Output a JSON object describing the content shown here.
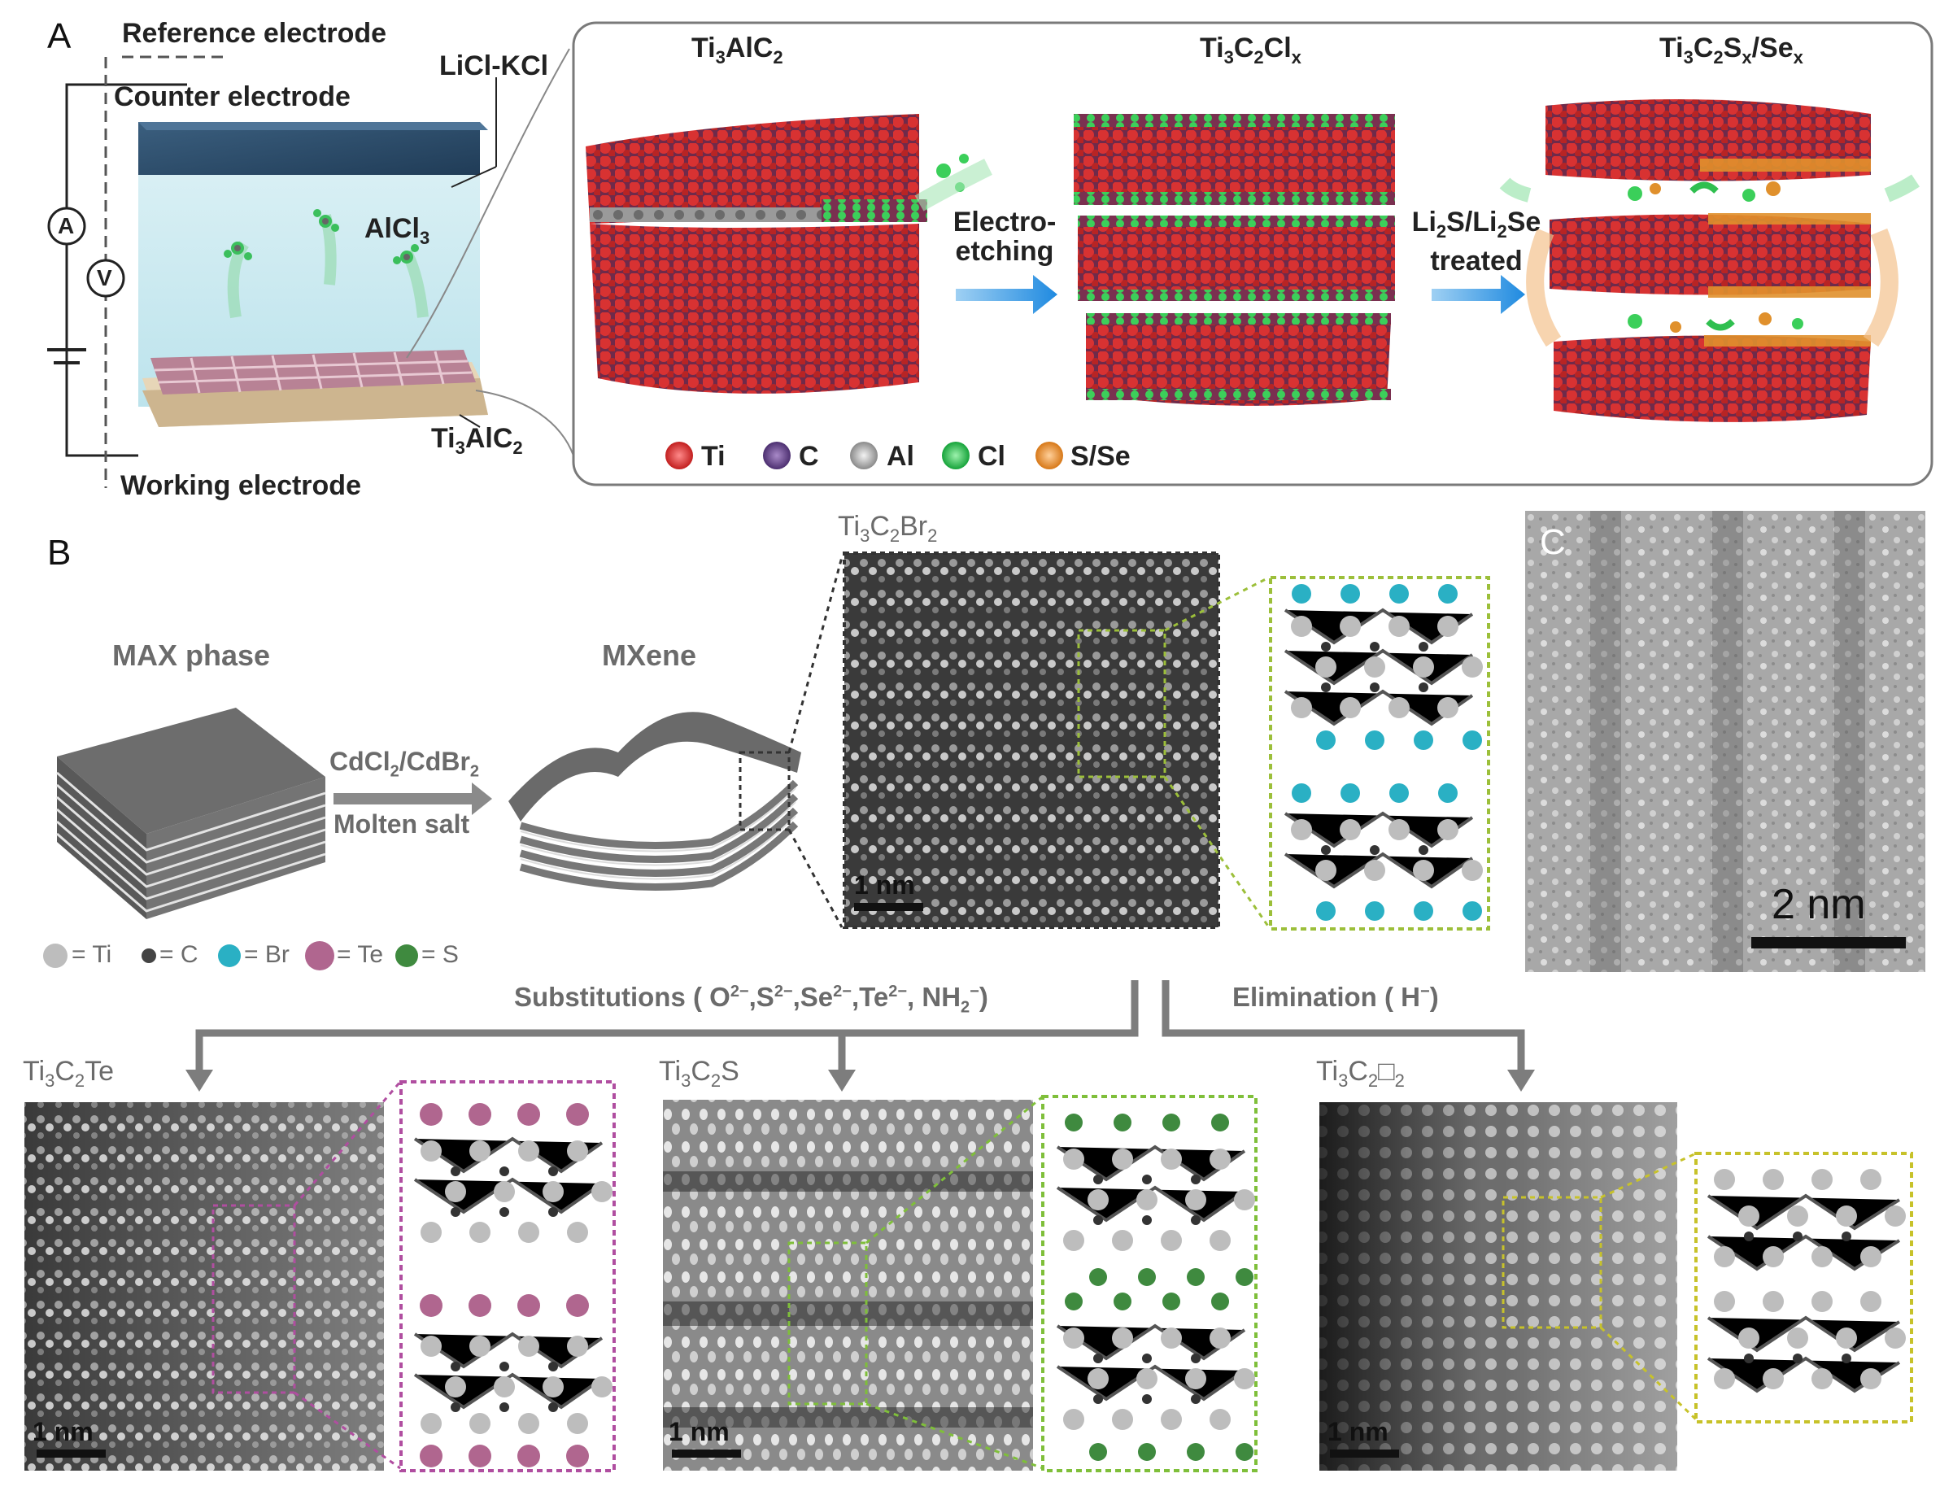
{
  "panel_a": {
    "label": "A",
    "reference_electrode": "Reference electrode",
    "counter_electrode": "Counter electrode",
    "electrolyte": "LiCl-KCl",
    "gas_species": "AlCl",
    "gas_species_sub": "3",
    "ammeter": "A",
    "voltmeter": "V",
    "substrate": "Ti",
    "substrate_sub1": "3",
    "substrate_mid": "AlC",
    "substrate_sub2": "2",
    "working_electrode": "Working electrode",
    "stage1": {
      "main": "Ti",
      "s1": "3",
      "m2": "AlC",
      "s2": "2"
    },
    "stage2": {
      "main": "Ti",
      "s1": "3",
      "m2": "C",
      "s2": "2",
      "m3": "Cl",
      "s3": "x"
    },
    "stage3": {
      "main": "Ti",
      "s1": "3",
      "m2": "C",
      "s2": "2",
      "m3": "S",
      "s3": "x",
      "m4": "/Se",
      "s4": "x"
    },
    "arrow1_line1": "Electro-",
    "arrow1_line2": "etching",
    "arrow2_line1_a": "Li",
    "arrow2_line1_b": "2",
    "arrow2_line1_c": "S/Li",
    "arrow2_line1_d": "2",
    "arrow2_line1_e": "Se",
    "arrow2_line2": "treated",
    "legend": [
      {
        "name": "Ti",
        "color": "#d62f2f"
      },
      {
        "name": "C",
        "color": "#6a4a8c"
      },
      {
        "name": "Al",
        "color": "#a8a8a8"
      },
      {
        "name": "Cl",
        "color": "#2fbf4f"
      },
      {
        "name": "S/Se",
        "color": "#e0902c"
      }
    ]
  },
  "panel_b": {
    "label": "B",
    "max_phase": "MAX phase",
    "mxene": "MXene",
    "reagent_a": "CdCl",
    "reagent_a_sub": "2",
    "reagent_b": "/CdBr",
    "reagent_b_sub": "2",
    "reagent_line2": "Molten salt",
    "tem_title": {
      "main": "Ti",
      "s1": "3",
      "m2": "C",
      "s2": "2",
      "m3": "Br",
      "s3": "2"
    },
    "scale_label": "1 nm",
    "legend": [
      {
        "name": "= Ti",
        "color": "#bdbdbd"
      },
      {
        "name": "= C",
        "color": "#444444"
      },
      {
        "name": "= Br",
        "color": "#2ab0c4"
      },
      {
        "name": "= Te",
        "color": "#b0668f"
      },
      {
        "name": "= S",
        "color": "#3f8a3f"
      }
    ],
    "substitutions": "Substitutions ( O",
    "sub_o": "2−",
    "sub_s": ",S",
    "sub_s_sup": "2−",
    "sub_se": ",Se",
    "sub_se_sup": "2−",
    "sub_te": ",Te",
    "sub_te_sup": "2−",
    "sub_nh": ", NH",
    "sub_nh_sub": "2",
    "sub_nh_sup": "−",
    "sub_end": ")",
    "elimination": "Elimination ( H",
    "elimination_sup": "−",
    "elimination_end": ")",
    "te_title": {
      "main": "Ti",
      "s1": "3",
      "m2": "C",
      "s2": "2",
      "m3": "Te"
    },
    "s_title": {
      "main": "Ti",
      "s1": "3",
      "m2": "C",
      "s2": "2",
      "m3": "S"
    },
    "v_title": {
      "main": "Ti",
      "s1": "3",
      "m2": "C",
      "s2": "2",
      "m3": "□",
      "s3": "2"
    }
  },
  "panel_c": {
    "label": "C",
    "scale_label": "2 nm"
  }
}
